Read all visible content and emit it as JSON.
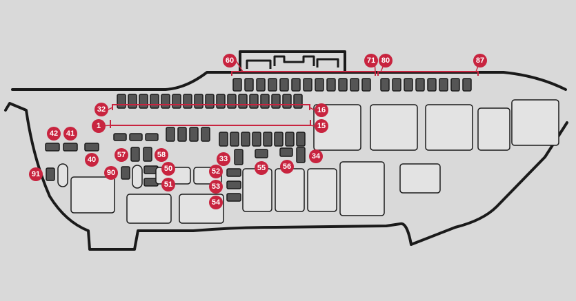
{
  "colors": {
    "background": "#d9d9d9",
    "outline": "#1a1a1a",
    "fuse_fill": "#555555",
    "relay_fill": "#e3e3e3",
    "badge": "#c8243f",
    "bracket": "#c8243f"
  },
  "badges": {
    "b60": "60",
    "b71": "71",
    "b80": "80",
    "b87": "87",
    "b32": "32",
    "b16": "16",
    "b1": "1",
    "b15": "15",
    "b42": "42",
    "b41": "41",
    "b40": "40",
    "b57": "57",
    "b58": "58",
    "b91": "91",
    "b90": "90",
    "b50": "50",
    "b51": "51",
    "b33": "33",
    "b52": "52",
    "b53": "53",
    "b54": "54",
    "b55": "55",
    "b56": "56",
    "b34": "34"
  }
}
